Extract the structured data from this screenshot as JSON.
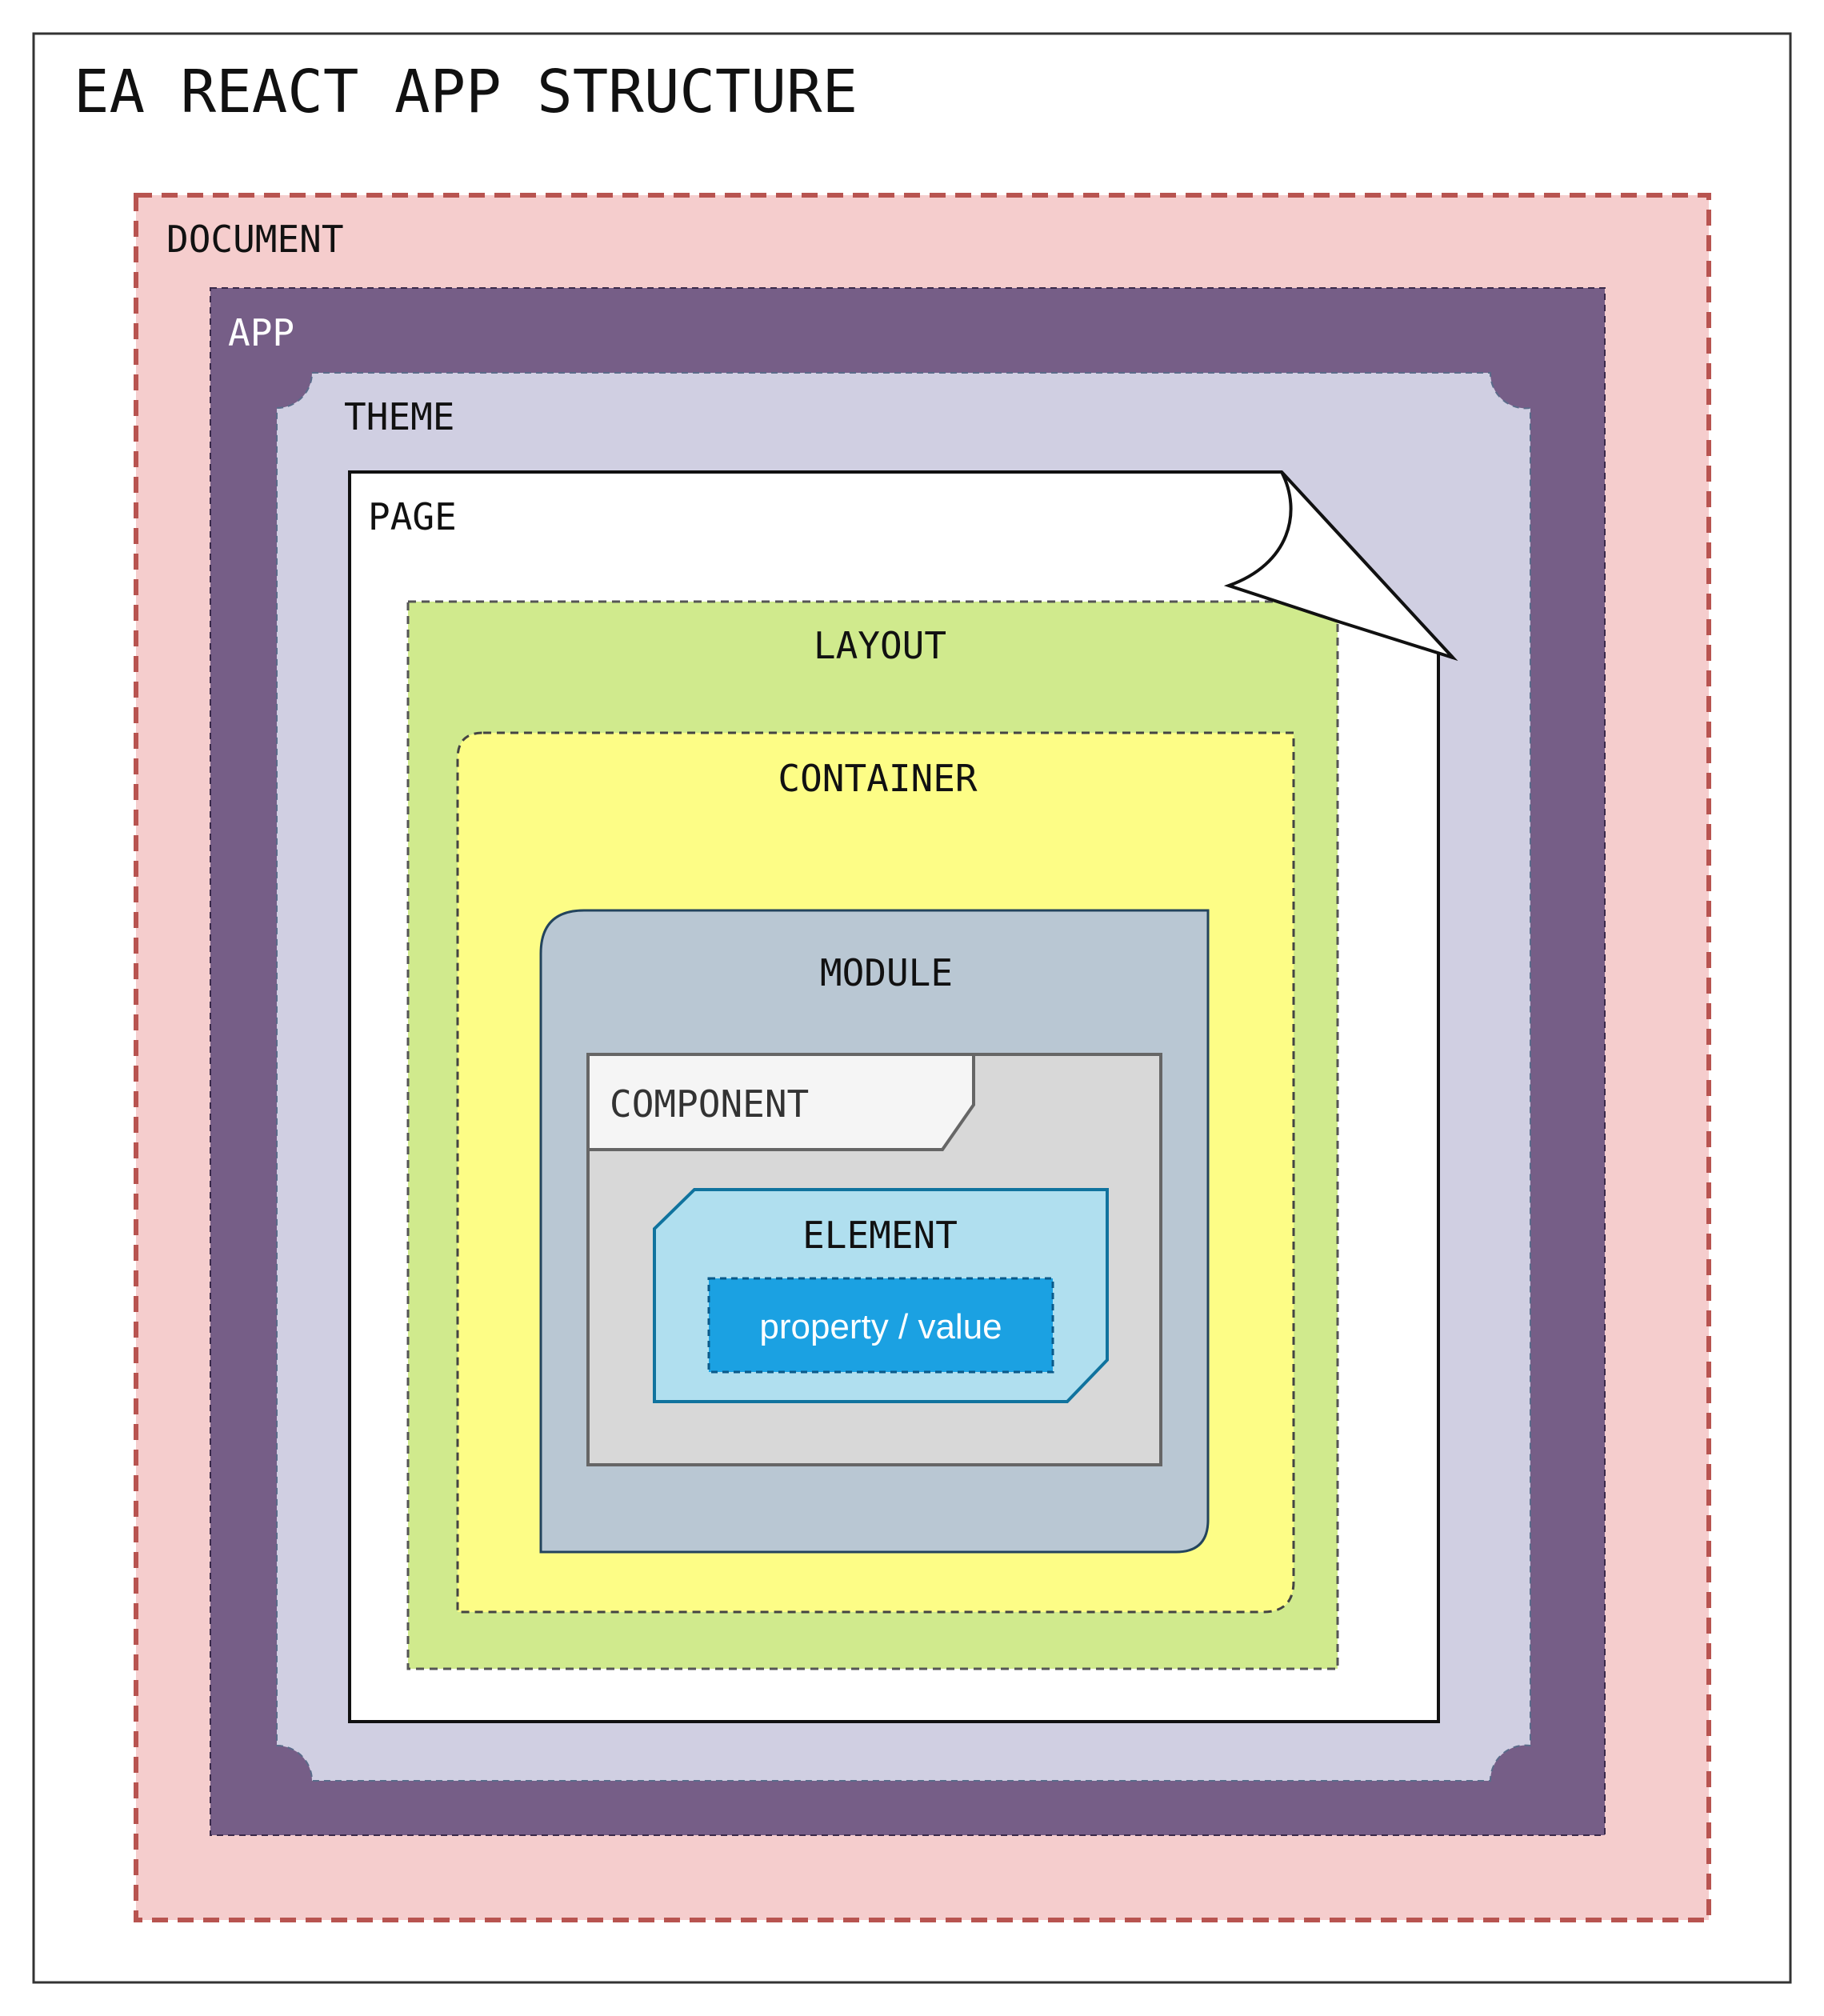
{
  "title": "EA REACT APP STRUCTURE",
  "layers": {
    "document": "DOCUMENT",
    "app": "APP",
    "theme": "THEME",
    "page": "PAGE",
    "layout": "LAYOUT",
    "container": "CONTAINER",
    "module": "MODULE",
    "component": "COMPONENT",
    "element": "ELEMENT",
    "property": "property / value"
  },
  "colors": {
    "document_fill": "#f5cdcd",
    "document_border": "#b85450",
    "app_fill": "#765e87",
    "theme_fill": "#d0cfe2",
    "page_fill": "#ffffff",
    "layout_fill": "#d0ea8d",
    "container_fill": "#fdfd86",
    "module_fill": "#b9c7d3",
    "module_border": "#23445d",
    "component_fill": "#d8d8d8",
    "component_tab_fill": "#f5f5f5",
    "element_fill": "#b0dfef",
    "element_border": "#10739e",
    "property_fill": "#1ba1e2"
  }
}
